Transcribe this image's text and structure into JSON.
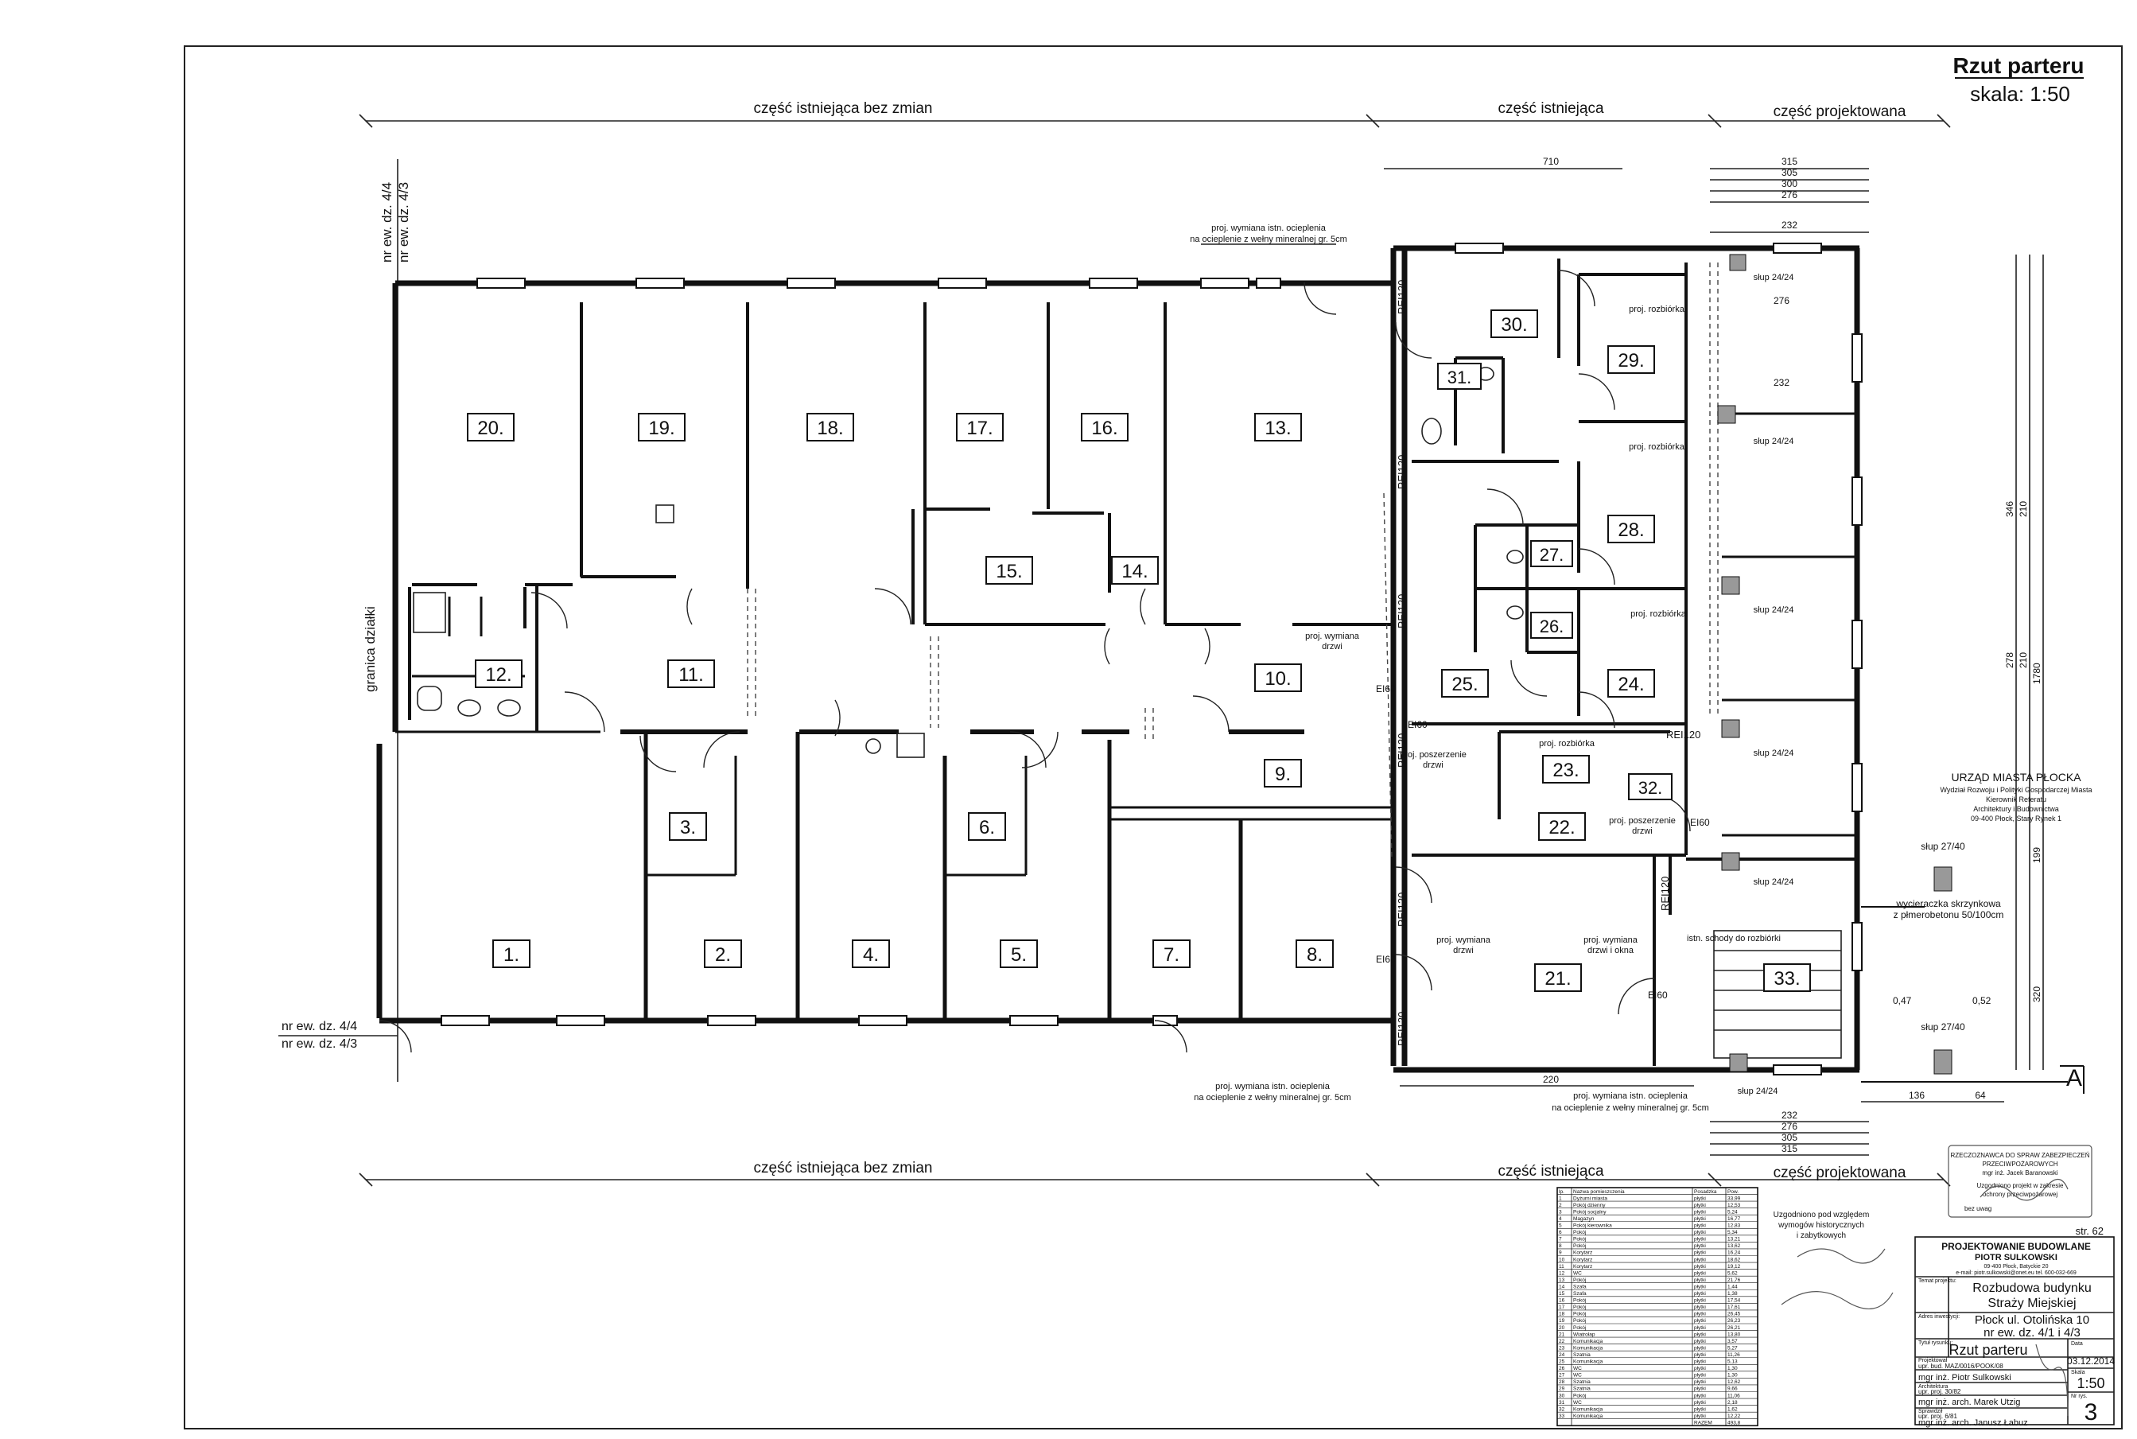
{
  "sheet": {
    "title": "Rzut parteru",
    "scale": "skala: 1:50",
    "page": "str. 62"
  },
  "zones_top": [
    "część istniejąca bez zmian",
    "część istniejąca",
    "część projektowana"
  ],
  "zones_bottom": [
    "część istniejąca bez zmian",
    "część istniejąca",
    "część projektowana"
  ],
  "parcels": {
    "a": "nr ew. dz. 4/4",
    "b": "nr ew. dz. 4/3",
    "boundary": "granica działki"
  },
  "rooms": [
    "1.",
    "2.",
    "3.",
    "4.",
    "5.",
    "6.",
    "7.",
    "8.",
    "9.",
    "10.",
    "11.",
    "12.",
    "13.",
    "14.",
    "15.",
    "16.",
    "17.",
    "18.",
    "19.",
    "20.",
    "21.",
    "22.",
    "23.",
    "24.",
    "25.",
    "26.",
    "27.",
    "28.",
    "29.",
    "30.",
    "31.",
    "32.",
    "33."
  ],
  "notes": {
    "insulation_top_1": "proj. wymiana istn. ocieplenia",
    "insulation_top_2": "na ocieplenie z wełny mineralnej gr. 5cm",
    "insulation_bot_1": "proj. wymiana istn. ocieplenia",
    "insulation_bot_2": "na ocieplenie z wełny mineralnej gr. 5cm",
    "insulation_bot2_1": "proj. wymiana istn. ocieplenia",
    "insulation_bot2_2": "na ocieplenie z wełny mineralnej gr. 5cm",
    "door_swap_1": "proj. wymiana",
    "door_swap_2": "drzwi",
    "door_swap_b1": "proj. wymiana",
    "door_swap_b2": "drzwi",
    "door_window_1": "proj. wymiana",
    "door_window_2": "drzwi i okna",
    "widen_1": "proj. poszerzenie",
    "widen_2": "drzwi",
    "widen_b1": "proj. poszerzenie",
    "widen_b2": "drzwi",
    "demolition": "proj. rozbiórka",
    "stairs": "istn. schody do rozbiórki",
    "scraper_1": "wycieraczka skrzynkowa",
    "scraper_2": "z płmerobetonu 50/100cm",
    "column_1": "słup 24/24",
    "column_2": "słup 27/40",
    "fire": "REI120",
    "ei": "EI60",
    "axis": "A"
  },
  "dims_top": [
    "710",
    "315",
    "305",
    "300",
    "276",
    "232",
    "276",
    "232"
  ],
  "dims_bottom": [
    "220",
    "232",
    "276",
    "305",
    "315",
    "136",
    "64"
  ],
  "dims_right": [
    "346",
    "210",
    "278",
    "210",
    "1780",
    "199",
    "320",
    "0,47",
    "0,52"
  ],
  "stamp_city": {
    "line1": "URZĄD MIASTA PŁOCKA",
    "line2": "Wydział Rozwoju i Polityki Gospodarczej Miasta",
    "line3": "Kierownik Referatu",
    "line4": "Architektury i Budownictwa",
    "line5": "09-400 Płock, Stary Rynek 1"
  },
  "stamp_expert": {
    "line1": "RZECZOZNAWCA DO SPRAW ZABEZPIECZEŃ",
    "line2": "PRZECIWPOŻAROWYCH",
    "line3": "mgr inż. Jacek Baranowski",
    "line4": "Uzgodniono projekt w zakresie",
    "line5": "ochrony przeciwpożarowej",
    "line6": "bez uwag"
  },
  "stamp_heritage": {
    "line1": "Uzgodniono pod względem",
    "line2": "wymogów historycznych",
    "line3": "i zabytkowych"
  },
  "legend_table": {
    "header": [
      "lp.",
      "Nazwa pomieszczenia",
      "Posadzka",
      "Pow."
    ],
    "rows": [
      [
        "1",
        "Dyżurni miasta",
        "płytki",
        "33,99"
      ],
      [
        "2",
        "Pokój dzienny",
        "płytki",
        "12,53"
      ],
      [
        "3",
        "Pokój socjalny",
        "płytki",
        "5,24"
      ],
      [
        "4",
        "Magazyn",
        "płytki",
        "16,77"
      ],
      [
        "5",
        "Pokój kierownika",
        "płytki",
        "12,83"
      ],
      [
        "6",
        "Pokój",
        "płytki",
        "5,34"
      ],
      [
        "7",
        "Pokój",
        "płytki",
        "13,21"
      ],
      [
        "8",
        "Pokój",
        "płytki",
        "13,62"
      ],
      [
        "9",
        "Korytarz",
        "płytki",
        "16,24"
      ],
      [
        "10",
        "Korytarz",
        "płytki",
        "18,62"
      ],
      [
        "11",
        "Korytarz",
        "płytki",
        "19,12"
      ],
      [
        "12",
        "WC",
        "płytki",
        "5,62"
      ],
      [
        "13",
        "Pokój",
        "płytki",
        "21,76"
      ],
      [
        "14",
        "Szafa",
        "płytki",
        "1,44"
      ],
      [
        "15",
        "Szafa",
        "płytki",
        "1,38"
      ],
      [
        "16",
        "Pokój",
        "płytki",
        "17,54"
      ],
      [
        "17",
        "Pokój",
        "płytki",
        "17,61"
      ],
      [
        "18",
        "Pokój",
        "płytki",
        "26,45"
      ],
      [
        "19",
        "Pokój",
        "płytki",
        "26,23"
      ],
      [
        "20",
        "Pokój",
        "płytki",
        "26,21"
      ],
      [
        "21",
        "Wiatrołap",
        "płytki",
        "13,80"
      ],
      [
        "22",
        "Komunikacja",
        "płytki",
        "3,57"
      ],
      [
        "23",
        "Komunikacja",
        "płytki",
        "5,27"
      ],
      [
        "24",
        "Szatnia",
        "płytki",
        "11,26"
      ],
      [
        "25",
        "Komunikacja",
        "płytki",
        "5,13"
      ],
      [
        "26",
        "WC",
        "płytki",
        "1,30"
      ],
      [
        "27",
        "WC",
        "płytki",
        "1,30"
      ],
      [
        "28",
        "Szatnia",
        "płytki",
        "12,62"
      ],
      [
        "29",
        "Szatnia",
        "płytki",
        "9,66"
      ],
      [
        "30",
        "Pokój",
        "płytki",
        "11,06"
      ],
      [
        "31",
        "WC",
        "płytki",
        "2,18"
      ],
      [
        "32",
        "Komunikacja",
        "płytki",
        "1,62"
      ],
      [
        "33",
        "Komunikacja",
        "płytki",
        "12,22"
      ]
    ],
    "total_label": "RAZEM",
    "total": "493,8"
  },
  "title_block": {
    "company": "PROJEKTOWANIE BUDOWLANE",
    "owner": "PIOTR SULKOWSKI",
    "address": "09-400 Płock, Batyckie 20",
    "contact": "e-mail: piotr.sulkowski@onet.eu tel. 600-032-669",
    "label_topic": "Temat projektu:",
    "topic_1": "Rozbudowa budynku",
    "topic_2": "Straży Miejskiej",
    "label_address": "Adres inwestycji:",
    "address_1": "Płock ul. Otolińska 10",
    "address_2": "nr ew. dz. 4/1 i 4/3",
    "label_drawing": "Tytuł rysunku:",
    "drawing": "Rzut parteru",
    "label_date": "Data",
    "date": "03.12.2014",
    "label_scale": "Skala",
    "scale": "1:50",
    "label_number": "Nr rys.",
    "number": "3",
    "label_designer": "Projektował",
    "designer_1": "upr. bud. MAZ/0016/POOK/08",
    "designer_2": "mgr inż. Piotr Sulkowski",
    "label_architect": "Architektura",
    "architect_1": "upr. proj. 30/82",
    "architect_2": "mgr inż. arch. Marek Utzig",
    "label_checker": "Sprawdził",
    "checker_1": "upr. proj. 6/81",
    "checker_2": "mgr inż. arch. Janusz Łabuz"
  }
}
